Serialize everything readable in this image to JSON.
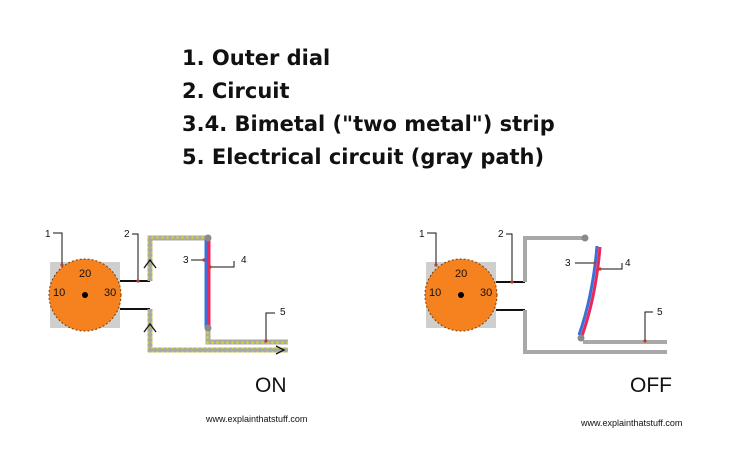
{
  "legend": {
    "items": [
      "1. Outer dial",
      "2. Circuit",
      "3.4. Bimetal (\"two metal\") strip",
      "5. Electrical circuit (gray path)"
    ]
  },
  "diagram_on": {
    "dial_ticks": [
      "10",
      "20",
      "30"
    ],
    "callouts": [
      "1",
      "2",
      "3",
      "4",
      "5"
    ],
    "state_label": "ON",
    "watermark": "www.explainthatstuff.com"
  },
  "diagram_off": {
    "dial_ticks": [
      "10",
      "20",
      "30"
    ],
    "callouts": [
      "1",
      "2",
      "3",
      "4",
      "5"
    ],
    "state_label": "OFF",
    "watermark": "www.explainthatstuff.com"
  },
  "colors": {
    "dial_orange": "#f5821f",
    "dial_backing": "#cfcfcf",
    "strip_blue": "#3c6fd8",
    "strip_red": "#e8275a",
    "current_path": "#a8a8a8",
    "current_dots": "#d8d820",
    "callout_dot": "#c0392b"
  }
}
